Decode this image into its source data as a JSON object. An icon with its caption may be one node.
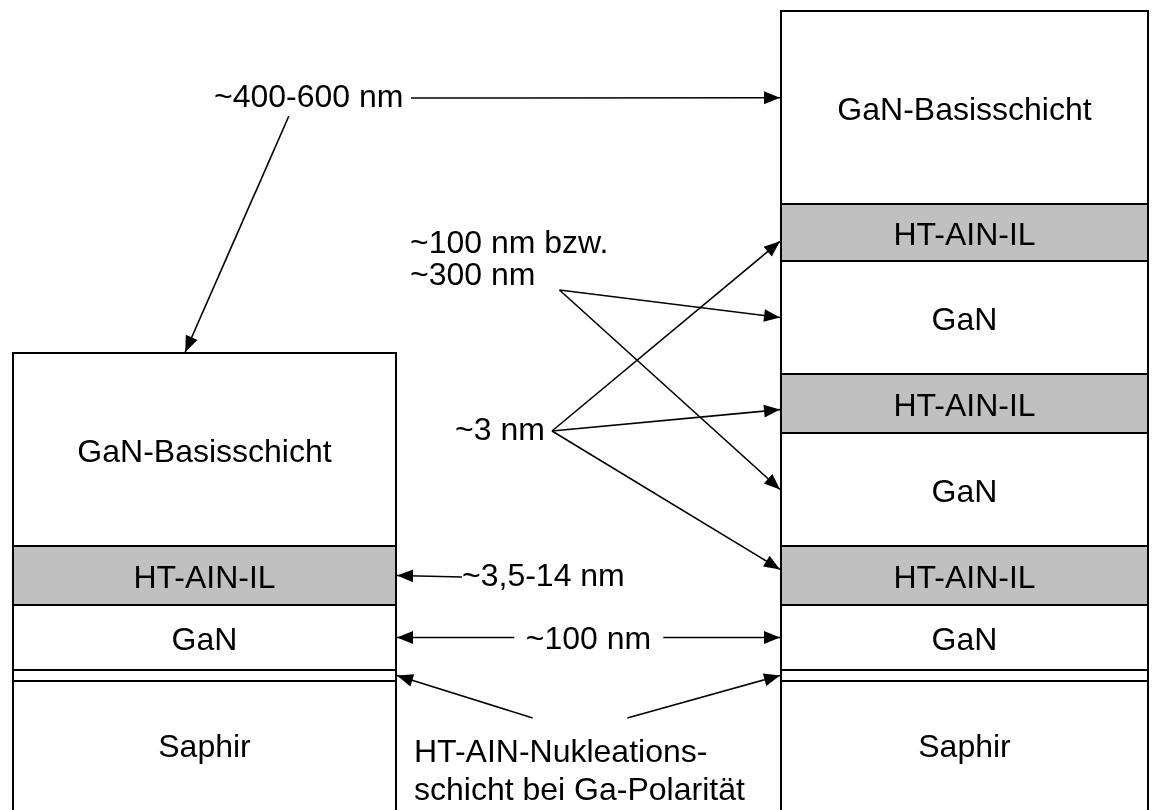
{
  "diagram": {
    "nodes": [
      {
        "text": [
          "~400-600 nm"
        ]
      },
      {
        "text": [
          "GaN-Basisschicht"
        ]
      },
      {
        "text": [
          "~100 nm bzw. ~300 nm"
        ]
      },
      {
        "text": [
          "HT-AIN-IL"
        ]
      },
      {
        "text": [
          "GaN"
        ]
      },
      {
        "text": [
          "GaN-Basisschicht"
        ]
      },
      {
        "text": [
          "~3 nm"
        ]
      },
      {
        "text": [
          "HT-AIN-IL"
        ]
      },
      {
        "text": [
          "GaN"
        ]
      },
      {
        "text": [
          "HT-AIN-IL"
        ]
      },
      {
        "text": [
          "~3,5-14 nm"
        ]
      },
      {
        "text": [
          "HT-AIN-IL"
        ]
      },
      {
        "text": [
          "GaN"
        ]
      },
      {
        "text": [
          "GaN"
        ]
      },
      {
        "text": [],
        "shape": "bar"
      },
      {
        "text": [],
        "shape": "bar"
      },
      {
        "text": [
          "Saphir"
        ]
      },
      {
        "text": [
          "HT-AIN-Nukleations- schicht bei Ga-Polarität"
        ]
      },
      {
        "text": [
          "Saphir"
        ]
      }
    ],
    "edges": [
      {
        "from": 0,
        "to": 1,
        "arrow": "to"
      },
      {
        "from": 0,
        "to": 5,
        "arrow": "to"
      },
      {
        "from": 2,
        "to": 4,
        "arrow": "to"
      },
      {
        "from": 2,
        "to": 8,
        "arrow": "to"
      },
      {
        "from": 6,
        "to": 3,
        "arrow": "to"
      },
      {
        "from": 6,
        "to": 7,
        "arrow": "to"
      },
      {
        "from": 6,
        "to": 11,
        "arrow": "to"
      },
      {
        "from": 10,
        "to": 9,
        "arrow": "to"
      },
      {
        "from": 12,
        "to": 13,
        "arrow": "both",
        "label": "~100 nm"
      },
      {
        "from": 17,
        "to": 14,
        "arrow": "to"
      },
      {
        "from": 17,
        "to": 15,
        "arrow": "to"
      }
    ]
  }
}
